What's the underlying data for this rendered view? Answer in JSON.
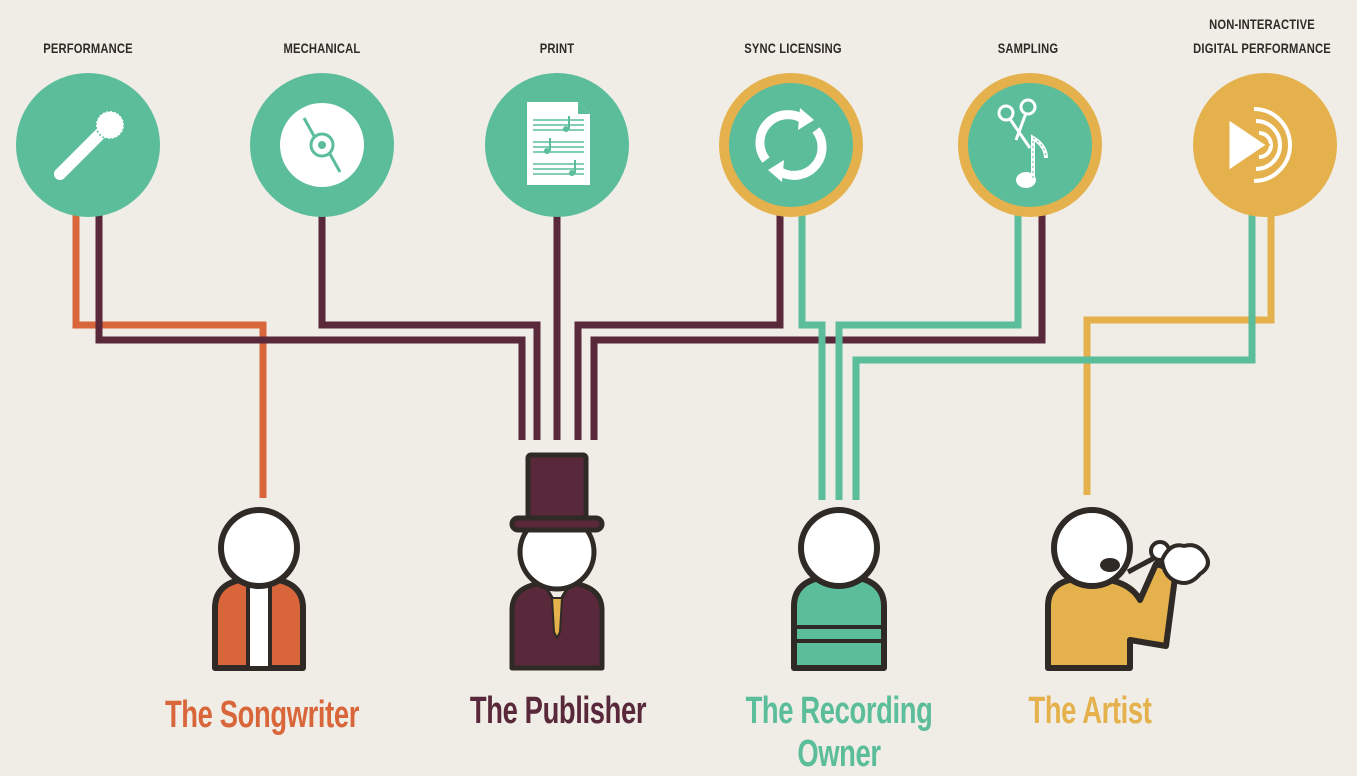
{
  "revenue_streams": [
    {
      "id": "performance",
      "label": "PERFORMANCE",
      "icon": "microphone-icon"
    },
    {
      "id": "mechanical",
      "label": "MECHANICAL",
      "icon": "compact-disc-icon"
    },
    {
      "id": "print",
      "label": "PRINT",
      "icon": "sheet-music-icon"
    },
    {
      "id": "sync",
      "label": "SYNC LICENSING",
      "icon": "sync-arrows-icon"
    },
    {
      "id": "sampling",
      "label": "SAMPLING",
      "icon": "scissors-music-note-icon"
    },
    {
      "id": "non_interactive",
      "label": "NON-INTERACTIVE DIGITAL PERFORMANCE",
      "label_line1": "NON-INTERACTIVE",
      "label_line2": "DIGITAL PERFORMANCE",
      "icon": "play-broadcast-icon"
    }
  ],
  "parties": [
    {
      "id": "songwriter",
      "name": "The Songwriter",
      "color": "#d9663a"
    },
    {
      "id": "publisher",
      "name": "The Publisher",
      "color": "#59283a"
    },
    {
      "id": "recording_owner",
      "name": "The Recording Owner",
      "color": "#5bbd9a"
    },
    {
      "id": "artist",
      "name": "The Artist",
      "color": "#e4b14d"
    }
  ],
  "colors": {
    "background": "#efede6",
    "teal": "#5bbd9a",
    "gold": "#e4b14d",
    "orange": "#d9663a",
    "plum": "#59283a",
    "outline": "#2f2a26"
  }
}
